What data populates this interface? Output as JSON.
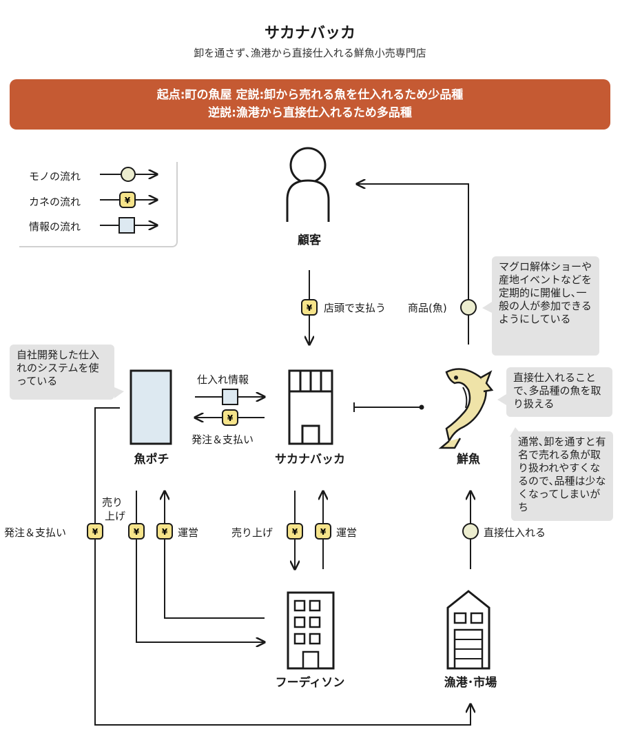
{
  "title": "サカナバッカ",
  "subtitle": "卸を通さず､漁港から直接仕入れる鮮魚小売専門店",
  "banner": {
    "line1": "起点:町の魚屋 定説:卸から売れる魚を仕入れるため少品種",
    "line2": "逆説:漁港から直接仕入れるため多品種"
  },
  "legend": {
    "goods": "モノの流れ",
    "money": "カネの流れ",
    "info": "情報の流れ",
    "yen_symbol": "¥"
  },
  "nodes": {
    "customer": "顧客",
    "uopochi": "魚ポチ",
    "sakanabakka": "サカナバッカ",
    "fish": "鮮魚",
    "foodison": "フーディソン",
    "port": "漁港･市場"
  },
  "flows": {
    "pay_at_store": "店頭で支払う",
    "goods_fish": "商品(魚)",
    "purchase_info": "仕入れ情報",
    "order_payment_1": "発注＆支払い",
    "order_payment_2": "発注＆支払い",
    "sales_1_line1": "売り",
    "sales_1_line2": "上げ",
    "operation_1": "運営",
    "sales_2": "売り上げ",
    "operation_2": "運営",
    "direct_purchase": "直接仕入れる"
  },
  "notes": {
    "system": "自社開発した仕入れのシステムを使っている",
    "event": "マグロ解体ショーや産地イベントなどを定期的に開催し､一般の人が参加できるようにしている",
    "variety": "直接仕入れることで､多品種の魚を取り扱える",
    "usual": "通常､卸を通すと有名で売れる魚が取り扱われやすくなるので､品種は少なくなってしまいがち"
  },
  "colors": {
    "banner": "#c55a33",
    "goods_marker": "#ecedcf",
    "money_marker": "#f6e48a",
    "info_marker": "#dde9f1",
    "fish_body": "#efe3a8"
  }
}
